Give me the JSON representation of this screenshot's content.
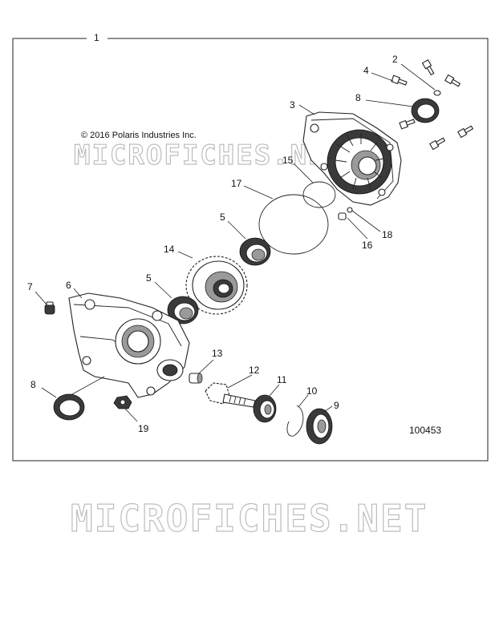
{
  "diagram": {
    "assembly_number": "1",
    "copyright": "© 2016 Polaris Industries Inc.",
    "watermark_top": "MICROFICHES.NET",
    "watermark_bottom": "MICROFICHES.NET",
    "figure_id": "100453",
    "callouts": {
      "c2": "2",
      "c3": "3",
      "c4": "4",
      "c5a": "5",
      "c5b": "5",
      "c6": "6",
      "c7": "7",
      "c8a": "8",
      "c8b": "8",
      "c9": "9",
      "c10": "10",
      "c11": "11",
      "c12": "12",
      "c13": "13",
      "c14": "14",
      "c15": "15",
      "c16": "16",
      "c17": "17",
      "c18": "18",
      "c19": "19"
    }
  }
}
